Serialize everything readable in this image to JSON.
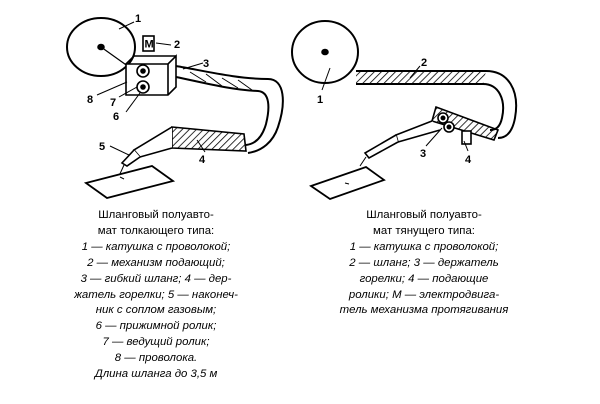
{
  "left_figure": {
    "labels": [
      "1",
      "2",
      "3",
      "4",
      "5",
      "6",
      "7",
      "8"
    ],
    "caption": [
      "Шланговый полуавто-",
      "мат толкающего типа:",
      "1 — катушка с проволокой;",
      "2 — механизм подающий;",
      "3 — гибкий шланг; 4 — дер-",
      "жатель горелки; 5 — наконеч-",
      "ник с соплом газовым;",
      "6 — прижимной ролик;",
      "7 — ведущий ролик;",
      "8 — проволока.",
      "Длина шланга до 3,5 м"
    ]
  },
  "right_figure": {
    "labels": [
      "1",
      "2",
      "3",
      "4"
    ],
    "caption": [
      "Шланговый полуавто-",
      "мат тянущего типа:",
      "1 — катушка с проволокой;",
      "2 — шланг; 3 — держатель",
      "горелки; 4 — подающие",
      "ролики; М — электродвига-",
      "тель механизма протягивания"
    ]
  },
  "motor_symbol": "M"
}
